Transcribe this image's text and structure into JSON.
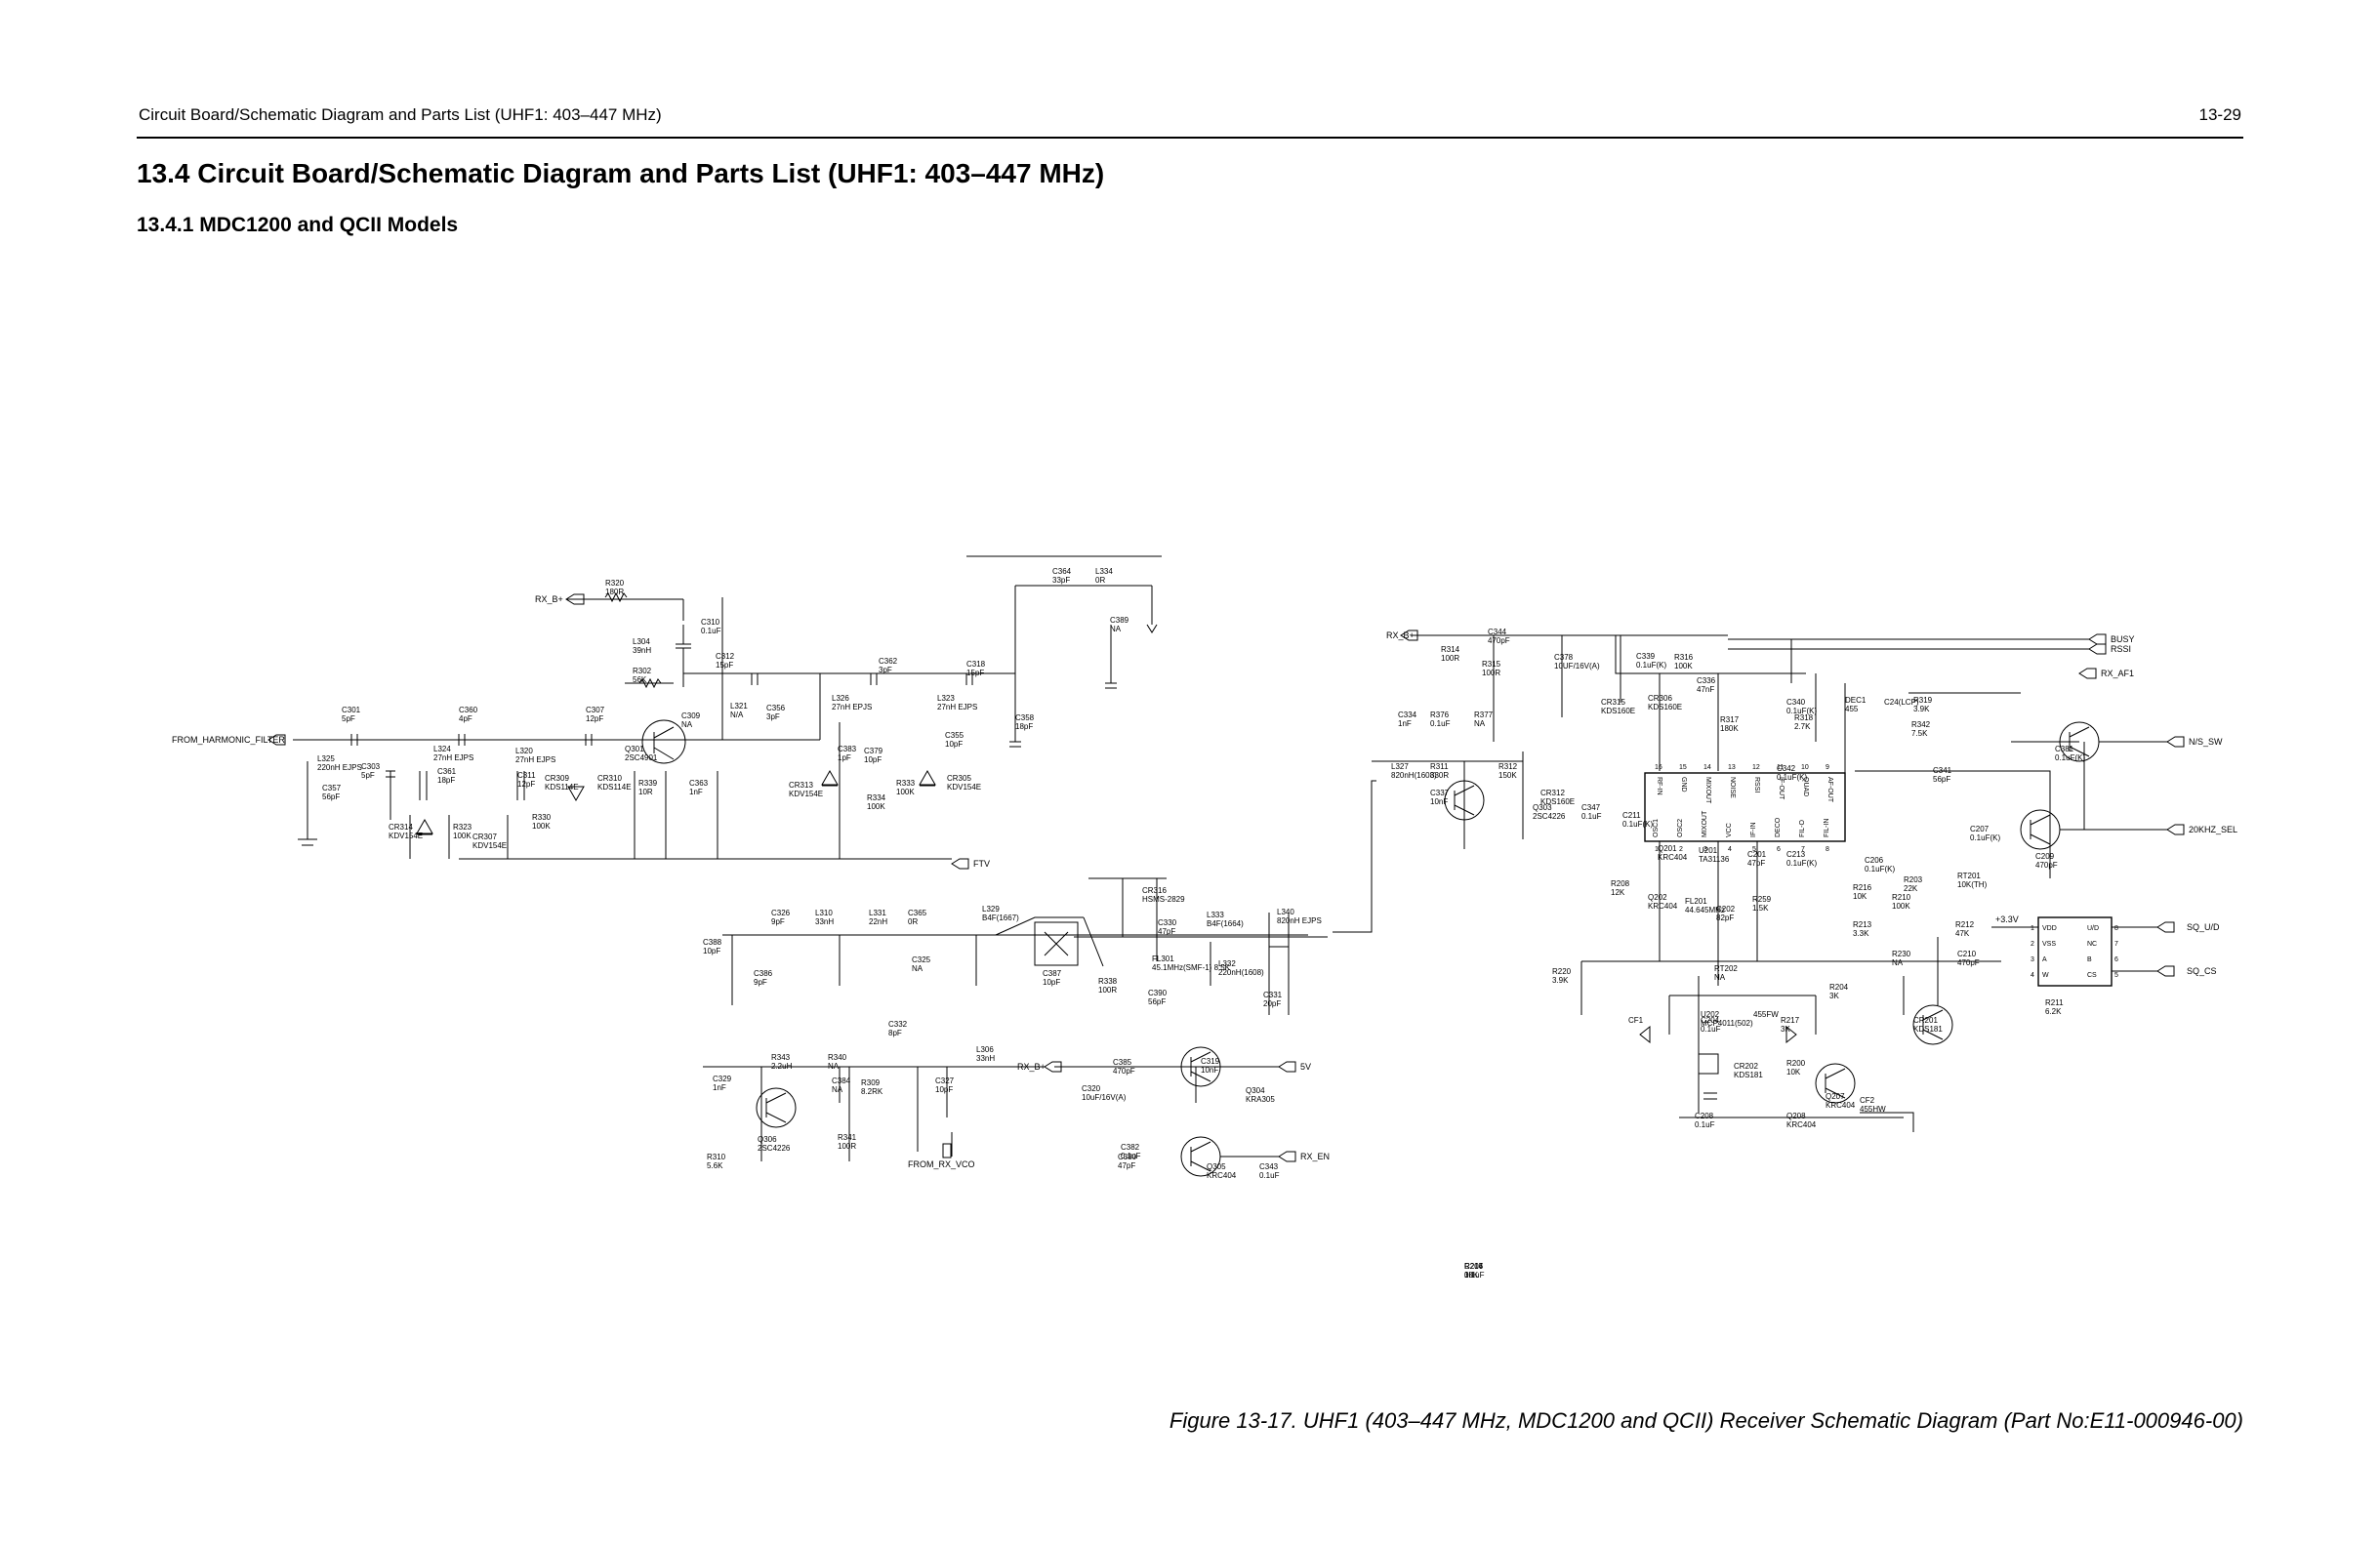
{
  "header": {
    "running_title": "Circuit Board/Schematic Diagram and Parts List (UHF1: 403–447 MHz)",
    "page_number": "13-29"
  },
  "section_title": "13.4  Circuit Board/Schematic Diagram and Parts List (UHF1: 403–447 MHz)",
  "subsection_title": "13.4.1  MDC1200 and QCII Models",
  "figure_caption": "Figure 13-17. UHF1 (403–447 MHz, MDC1200 and QCII) Receiver Schematic Diagram (Part No:E11-000946-00)",
  "schematic": {
    "nets": {
      "rx_b_left": "RX_B+",
      "from_harmonic": "FROM_HARMONIC_FILTER",
      "ftv": "FTV",
      "rx_b_mid": "RX_B+",
      "five_v": "5V",
      "rx_en": "RX_EN",
      "from_rx_vco": "FROM_RX_VCO",
      "rx_b_right": "RX_B+",
      "busy": "BUSY",
      "rssi": "RSSI",
      "rx_af1": "RX_AF1",
      "ns_sw": "N/S_SW",
      "khz20_sel": "20KHZ_SEL",
      "sq_ud": "SQ_U/D",
      "sq_cs": "SQ_CS",
      "v33": "+3.3V"
    },
    "parts": [
      {
        "ref": "R320",
        "val": "180R"
      },
      {
        "ref": "C310",
        "val": "0.1uF"
      },
      {
        "ref": "L304",
        "val": "39nH"
      },
      {
        "ref": "R302",
        "val": "56K"
      },
      {
        "ref": "C312",
        "val": "15pF"
      },
      {
        "ref": "C362",
        "val": "3pF"
      },
      {
        "ref": "C318",
        "val": "15pF"
      },
      {
        "ref": "C364",
        "val": "33pF"
      },
      {
        "ref": "L334",
        "val": "0R"
      },
      {
        "ref": "C389",
        "val": "NA"
      },
      {
        "ref": "C358",
        "val": "18pF"
      },
      {
        "ref": "C301",
        "val": "5pF"
      },
      {
        "ref": "C360",
        "val": "4pF"
      },
      {
        "ref": "C307",
        "val": "12pF"
      },
      {
        "ref": "C309",
        "val": "NA"
      },
      {
        "ref": "L321",
        "val": "N/A"
      },
      {
        "ref": "C356",
        "val": "3pF"
      },
      {
        "ref": "L326",
        "val": "27nH EPJS"
      },
      {
        "ref": "L323",
        "val": "27nH EJPS"
      },
      {
        "ref": "C355",
        "val": "10pF"
      },
      {
        "ref": "L325",
        "val": "220nH EJPS"
      },
      {
        "ref": "C303",
        "val": "5pF"
      },
      {
        "ref": "L324",
        "val": "27nH EJPS"
      },
      {
        "ref": "L320",
        "val": "27nH EJPS"
      },
      {
        "ref": "C361",
        "val": "18pF"
      },
      {
        "ref": "C311",
        "val": "12pF"
      },
      {
        "ref": "CR309",
        "val": "KDS114E"
      },
      {
        "ref": "CR310",
        "val": "KDS114E"
      },
      {
        "ref": "Q301",
        "val": "2SC4901"
      },
      {
        "ref": "R339",
        "val": "10R"
      },
      {
        "ref": "C363",
        "val": "1nF"
      },
      {
        "ref": "C383",
        "val": "1pF"
      },
      {
        "ref": "C379",
        "val": "10pF"
      },
      {
        "ref": "R333",
        "val": "100K"
      },
      {
        "ref": "CR305",
        "val": "KDV154E"
      },
      {
        "ref": "CR313",
        "val": "KDV154E"
      },
      {
        "ref": "R334",
        "val": "100K"
      },
      {
        "ref": "C357",
        "val": "56pF"
      },
      {
        "ref": "CR314",
        "val": "KDV154E"
      },
      {
        "ref": "R323",
        "val": "100K"
      },
      {
        "ref": "CR307",
        "val": "KDV154E"
      },
      {
        "ref": "R330",
        "val": "100K"
      },
      {
        "ref": "C326",
        "val": "9pF"
      },
      {
        "ref": "L310",
        "val": "33nH"
      },
      {
        "ref": "L331",
        "val": "22nH"
      },
      {
        "ref": "C365",
        "val": "0R"
      },
      {
        "ref": "L329",
        "val": "B4F(1667)"
      },
      {
        "ref": "C388",
        "val": "10pF"
      },
      {
        "ref": "C325",
        "val": "NA"
      },
      {
        "ref": "C386",
        "val": "9pF"
      },
      {
        "ref": "C387",
        "val": "10pF"
      },
      {
        "ref": "CR316",
        "val": "HSMS-2829"
      },
      {
        "ref": "L333",
        "val": "B4F(1664)"
      },
      {
        "ref": "C330",
        "val": "47pF"
      },
      {
        "ref": "L340",
        "val": "820nH EJPS"
      },
      {
        "ref": "FL301",
        "val": "45.1MHz(SMF-1) 8.5K"
      },
      {
        "ref": "R338",
        "val": "100R"
      },
      {
        "ref": "C390",
        "val": "56pF"
      },
      {
        "ref": "L332",
        "val": "220nH(1608)"
      },
      {
        "ref": "C331",
        "val": "20pF"
      },
      {
        "ref": "C332",
        "val": "8pF"
      },
      {
        "ref": "L306",
        "val": "33nH"
      },
      {
        "ref": "R343",
        "val": "2.2uH"
      },
      {
        "ref": "R340",
        "val": "NA"
      },
      {
        "ref": "C384",
        "val": "NA"
      },
      {
        "ref": "R309",
        "val": "8.2RK"
      },
      {
        "ref": "C327",
        "val": "10pF"
      },
      {
        "ref": "C329",
        "val": "1nF"
      },
      {
        "ref": "Q306",
        "val": "2SC4226"
      },
      {
        "ref": "R341",
        "val": "100R"
      },
      {
        "ref": "R310",
        "val": "5.6K"
      },
      {
        "ref": "C385",
        "val": "470pF"
      },
      {
        "ref": "C320",
        "val": "10uF/16V(A)"
      },
      {
        "ref": "C319",
        "val": "10nF"
      },
      {
        "ref": "Q304",
        "val": "KRA305"
      },
      {
        "ref": "C382",
        "val": "0.1uF"
      },
      {
        "ref": "C380",
        "val": "47pF"
      },
      {
        "ref": "Q305",
        "val": "KRC404"
      },
      {
        "ref": "C343",
        "val": "0.1uF"
      },
      {
        "ref": "C344",
        "val": "470pF"
      },
      {
        "ref": "R314",
        "val": "100R"
      },
      {
        "ref": "R315",
        "val": "100R"
      },
      {
        "ref": "C378",
        "val": "10UF/16V(A)"
      },
      {
        "ref": "C334",
        "val": "1nF"
      },
      {
        "ref": "R376",
        "val": "0.1uF"
      },
      {
        "ref": "R377",
        "val": "NA"
      },
      {
        "ref": "L327",
        "val": "820nH(1608)"
      },
      {
        "ref": "R311",
        "val": "330R"
      },
      {
        "ref": "R312",
        "val": "150K"
      },
      {
        "ref": "C337",
        "val": "10nF"
      },
      {
        "ref": "Q303",
        "val": "2SC4226"
      },
      {
        "ref": "CR312",
        "val": "KDS160E"
      },
      {
        "ref": "C347",
        "val": "0.1uF"
      },
      {
        "ref": "CR315",
        "val": "KDS160E"
      },
      {
        "ref": "C339",
        "val": "0.1uF(K)"
      },
      {
        "ref": "R316",
        "val": "100K"
      },
      {
        "ref": "CR306",
        "val": "KDS160E"
      },
      {
        "ref": "C336",
        "val": "47nF"
      },
      {
        "ref": "R317",
        "val": "180K"
      },
      {
        "ref": "C340",
        "val": "0.1uF(K)"
      },
      {
        "ref": "R318",
        "val": "2.7K"
      },
      {
        "ref": "DEC1",
        "val": "455"
      },
      {
        "ref": "C24(LCP)",
        "val": ""
      },
      {
        "ref": "R319",
        "val": "3.9K"
      },
      {
        "ref": "R342",
        "val": "7.5K"
      },
      {
        "ref": "C342",
        "val": "0.1uF(K)"
      },
      {
        "ref": "C341",
        "val": "56pF"
      },
      {
        "ref": "C381",
        "val": "0.1uF(K)"
      },
      {
        "ref": "C211",
        "val": "0.1uF(K)"
      },
      {
        "ref": "Q201",
        "val": "KRC404"
      },
      {
        "ref": "U201",
        "val": "TA31136"
      },
      {
        "ref": "C201",
        "val": "47pF"
      },
      {
        "ref": "C213",
        "val": "0.1uF(K)"
      },
      {
        "ref": "C206",
        "val": "0.1uF(K)"
      },
      {
        "ref": "C207",
        "val": "0.1uF(K)"
      },
      {
        "ref": "C209",
        "val": "470pF"
      },
      {
        "ref": "R208",
        "val": "12K"
      },
      {
        "ref": "Q202",
        "val": "KRC404"
      },
      {
        "ref": "FL201",
        "val": "44.645MHz"
      },
      {
        "ref": "C202",
        "val": "82pF"
      },
      {
        "ref": "R259",
        "val": "1.5K"
      },
      {
        "ref": "R216",
        "val": "10K"
      },
      {
        "ref": "R203",
        "val": "22K"
      },
      {
        "ref": "R210",
        "val": "100K"
      },
      {
        "ref": "RT201",
        "val": "10K(TH)"
      },
      {
        "ref": "R212",
        "val": "47K"
      },
      {
        "ref": "R213",
        "val": "3.3K"
      },
      {
        "ref": "R230",
        "val": "NA"
      },
      {
        "ref": "C210",
        "val": "470pF"
      },
      {
        "ref": "R211",
        "val": "6.2K"
      },
      {
        "ref": "R220",
        "val": "3.9K"
      },
      {
        "ref": "RT202",
        "val": "NA"
      },
      {
        "ref": "U202",
        "val": "MCP4011(502)"
      },
      {
        "ref": "C204",
        "val": "0.1uF"
      },
      {
        "ref": "455FW",
        "val": ""
      },
      {
        "ref": "CF1",
        "val": ""
      },
      {
        "ref": "R217",
        "val": "3K"
      },
      {
        "ref": "R204",
        "val": "3K"
      },
      {
        "ref": "CR201",
        "val": "KDS181"
      },
      {
        "ref": "CR202",
        "val": "KDS181"
      },
      {
        "ref": "R200",
        "val": "10K"
      },
      {
        "ref": "Q207",
        "val": "KRC404"
      },
      {
        "ref": "CF2",
        "val": "455HW"
      },
      {
        "ref": "C208",
        "val": "0.1uF"
      },
      {
        "ref": "Q208",
        "val": "KRC404"
      },
      {
        "ref": "C214",
        "val": "0.1uF"
      },
      {
        "ref": "R206",
        "val": "3K"
      },
      {
        "ref": "R207",
        "val": "10K"
      }
    ],
    "ic_u201_pins": {
      "top": [
        {
          "num": "16",
          "name": "RF-IN"
        },
        {
          "num": "15",
          "name": "GND"
        },
        {
          "num": "14",
          "name": "MIXOUT"
        },
        {
          "num": "13",
          "name": "NOISE"
        },
        {
          "num": "12",
          "name": "RSSI"
        },
        {
          "num": "11",
          "name": "IF-OUT"
        },
        {
          "num": "10",
          "name": "QUAD"
        },
        {
          "num": "9",
          "name": "AF-OUT"
        }
      ],
      "bottom": [
        {
          "num": "1",
          "name": "OSC1"
        },
        {
          "num": "2",
          "name": "OSC2"
        },
        {
          "num": "3",
          "name": "MIXOUT"
        },
        {
          "num": "4",
          "name": "VCC"
        },
        {
          "num": "5",
          "name": "IF-IN"
        },
        {
          "num": "6",
          "name": "DECO"
        },
        {
          "num": "7",
          "name": "FIL-O"
        },
        {
          "num": "8",
          "name": "FIL-IN"
        }
      ]
    },
    "ic_u202_pins": {
      "left": [
        {
          "num": "1",
          "name": "VDD"
        },
        {
          "num": "2",
          "name": "VSS"
        },
        {
          "num": "3",
          "name": "A"
        },
        {
          "num": "4",
          "name": "W"
        }
      ],
      "right": [
        {
          "num": "8",
          "name": "U/D"
        },
        {
          "num": "7",
          "name": "NC"
        },
        {
          "num": "6",
          "name": "B"
        },
        {
          "num": "5",
          "name": "CS"
        }
      ]
    }
  }
}
